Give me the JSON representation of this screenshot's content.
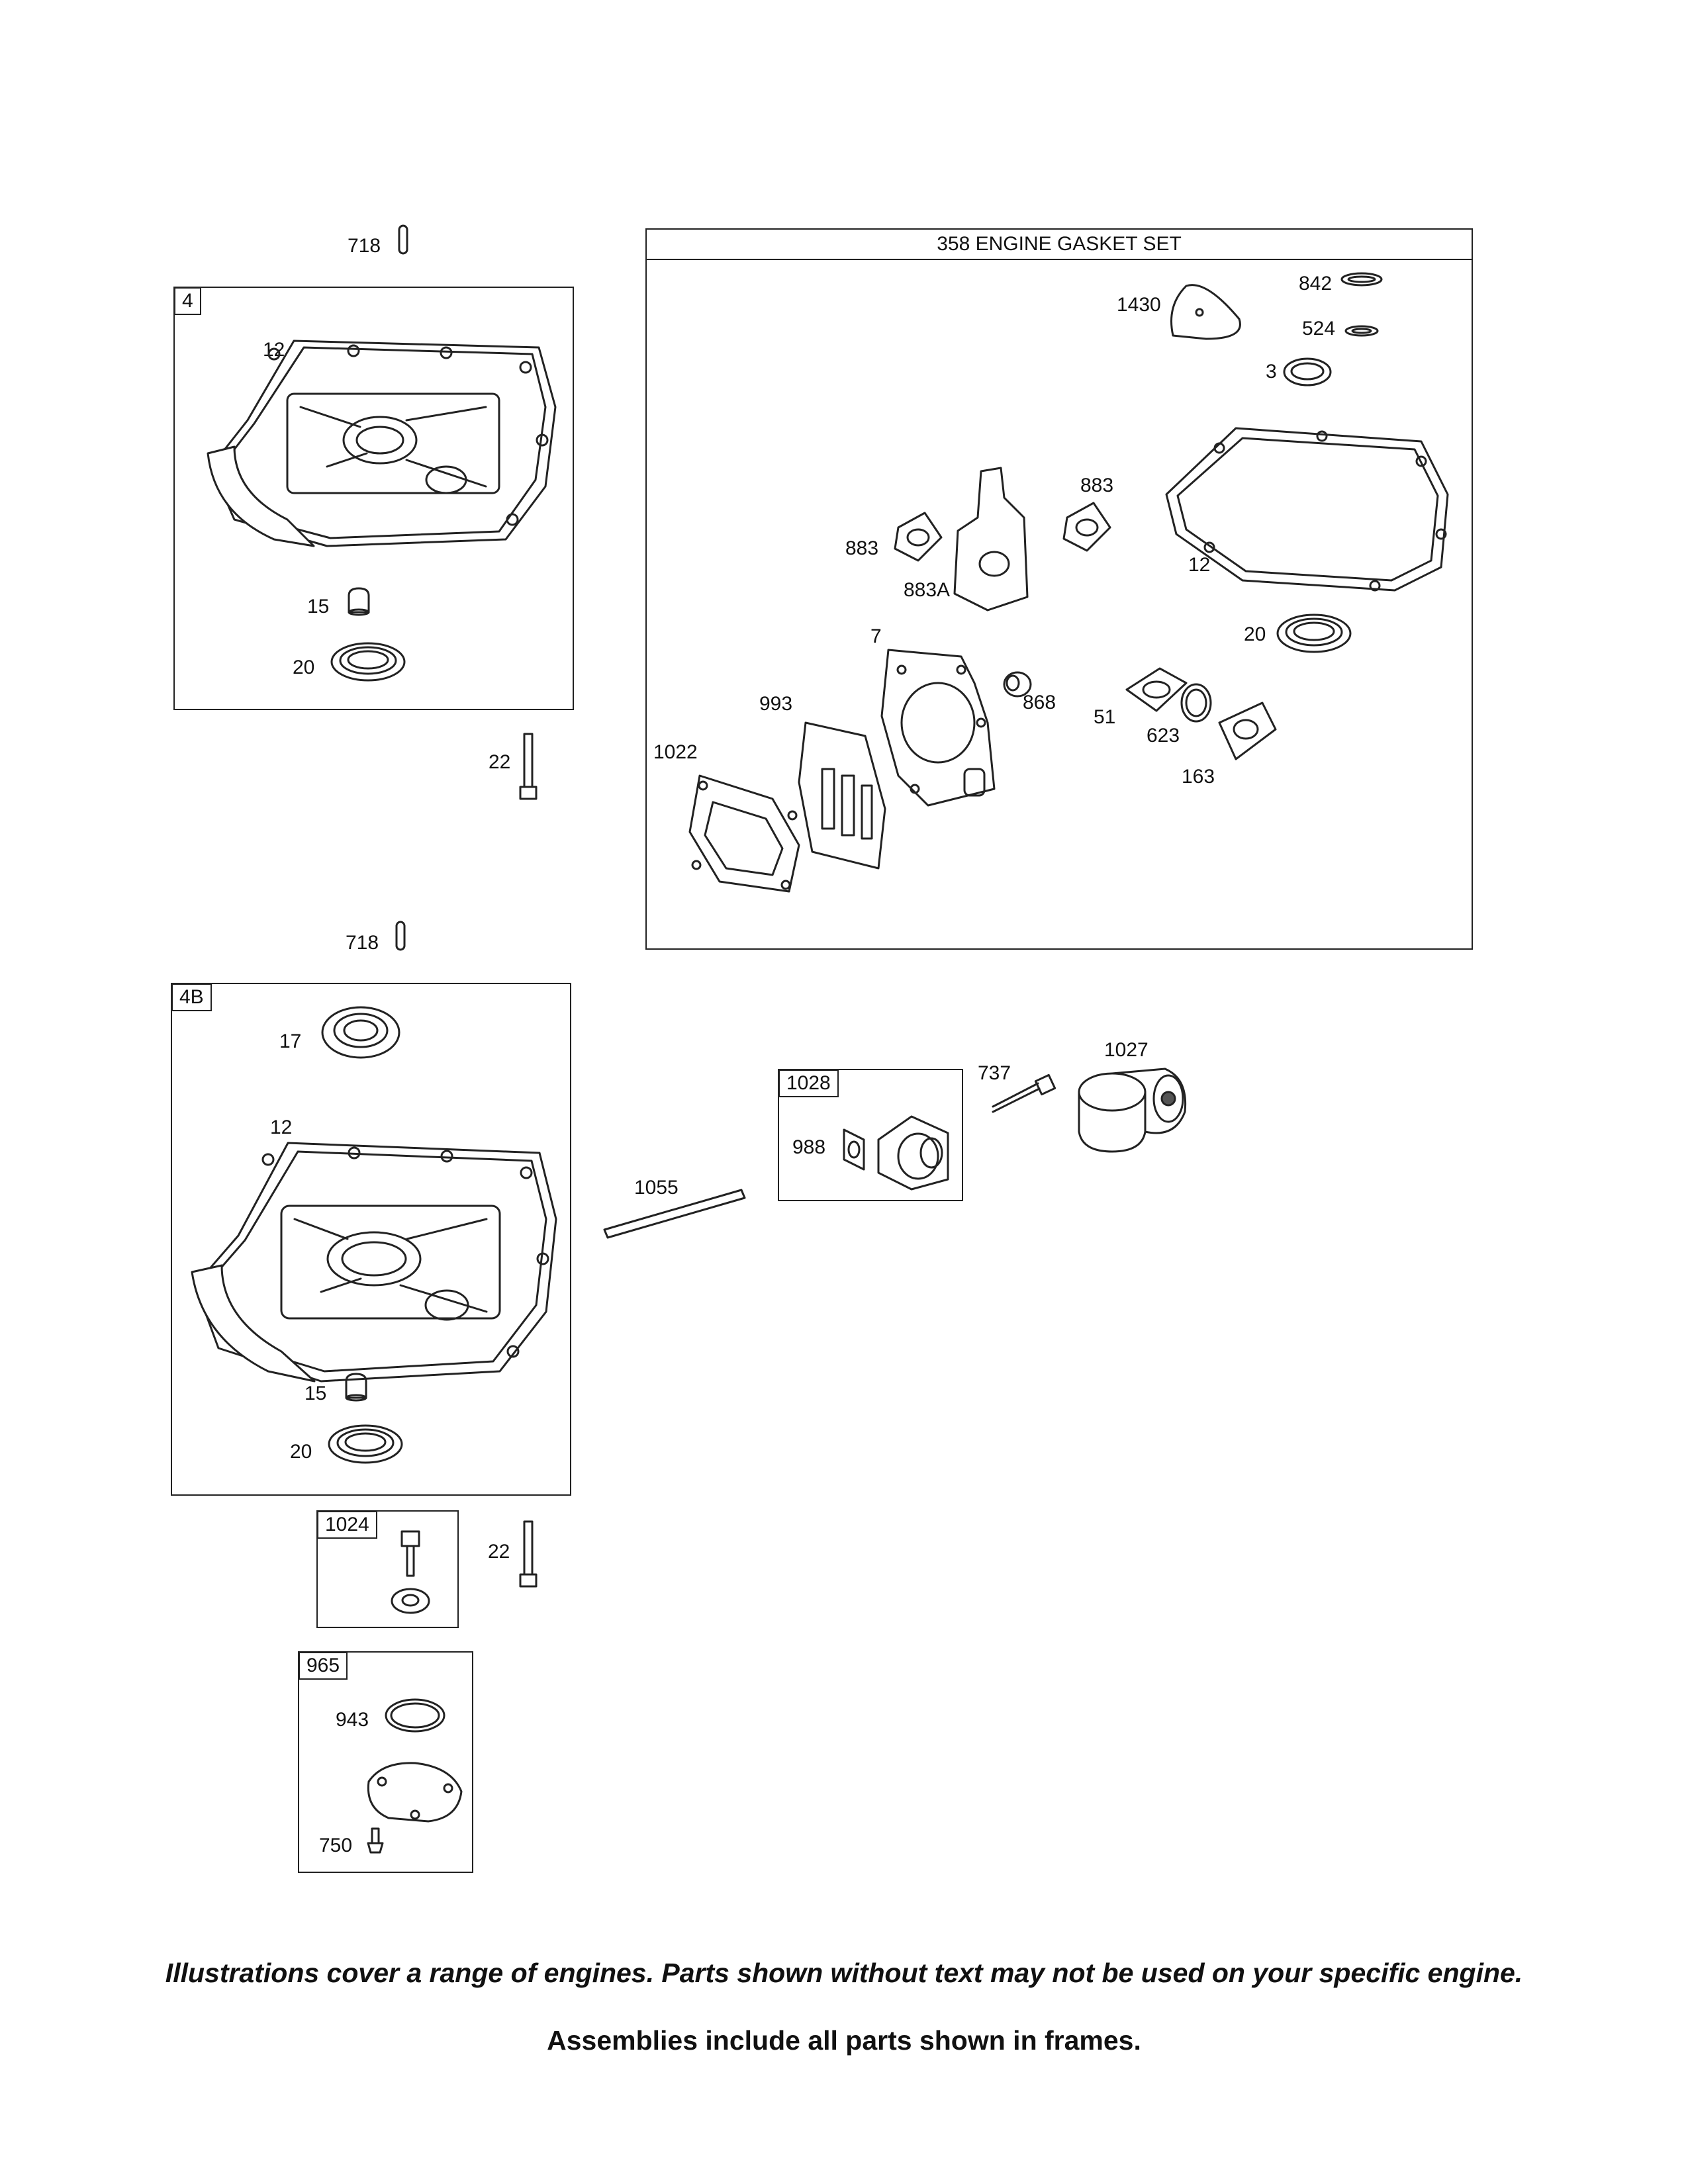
{
  "frames": {
    "sump_4": {
      "tag": "4",
      "labels": {
        "l718": "718",
        "l12": "12",
        "l15": "15",
        "l20": "20",
        "l22": "22"
      }
    },
    "sump_4b": {
      "tag": "4B",
      "labels": {
        "l718": "718",
        "l17": "17",
        "l12": "12",
        "l15": "15",
        "l20": "20"
      }
    },
    "gasket_set": {
      "title": "358 ENGINE GASKET SET",
      "labels": {
        "l842": "842",
        "l1430": "1430",
        "l524": "524",
        "l3": "3",
        "l883a": "883",
        "l883b": "883",
        "l883A": "883A",
        "l12": "12",
        "l20": "20",
        "l7": "7",
        "l993": "993",
        "l868": "868",
        "l51": "51",
        "l623": "623",
        "l1022": "1022",
        "l163": "163"
      }
    },
    "oil_filter_adapter": {
      "tag": "1028",
      "labels": {
        "l988": "988"
      }
    },
    "governor": {
      "tag": "1024",
      "labels": {
        "l22": "22"
      }
    },
    "cover_kit": {
      "tag": "965",
      "labels": {
        "l943": "943",
        "l750": "750"
      }
    }
  },
  "loose_parts": {
    "l737": "737",
    "l1027": "1027",
    "l1055": "1055"
  },
  "footer": {
    "note": "Illustrations cover a range of engines. Parts shown without text may not be used on your specific engine.",
    "assemblies": "Assemblies include all parts shown in frames."
  }
}
